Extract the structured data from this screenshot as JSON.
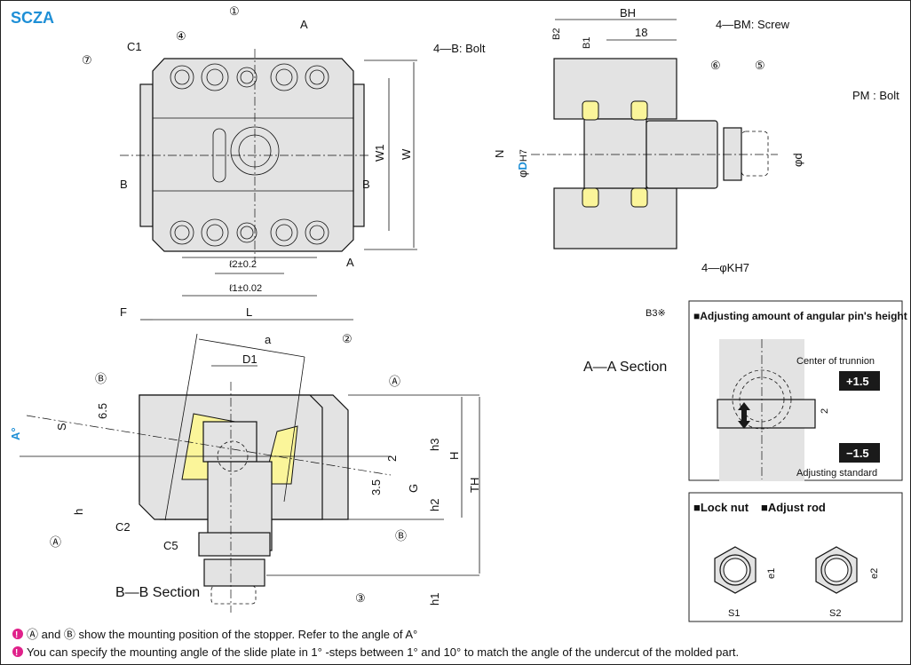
{
  "title": "SCZA",
  "colors": {
    "accent_blue": "#1e8fd6",
    "highlight_yellow": "#fbf59a",
    "part_gray": "#e3e3e3",
    "note_icon_magenta": "#e0218a"
  },
  "top_view": {
    "labels": {
      "c1": "C1",
      "part4": "④",
      "part1": "①",
      "part7": "⑦",
      "a_top": "A",
      "a_bottom": "A",
      "b_left": "B",
      "b_right": "B",
      "w1": "W1",
      "w": "W",
      "l2": "ℓ2±0.2",
      "l1": "ℓ1±0.02",
      "f": "F",
      "l": "L"
    }
  },
  "side_view": {
    "section_title": "A—A Section",
    "labels": {
      "bh": "BH",
      "dim18": "18",
      "b2": "B2",
      "b1": "B1",
      "bolt": "4—B: Bolt",
      "screw": "4—BM: Screw",
      "part6": "⑥",
      "part5": "⑤",
      "pm_bolt": "PM : Bolt",
      "n": "N",
      "phi_d_h7_prefix": "φ",
      "phi_d_h7_d": "D",
      "phi_d_h7_suffix": "H7",
      "phi_d": "φd",
      "k": "4—φKH7",
      "b3": "B3※"
    }
  },
  "section_view": {
    "section_title": "B—B Section",
    "labels": {
      "a": "a",
      "d1": "D1",
      "part2": "②",
      "b_top": "Ⓑ",
      "a_right": "Ⓐ",
      "dim6_5": "6.5",
      "s": "S",
      "angle": "A°",
      "h": "h",
      "h3": "h3",
      "h_big": "H",
      "dim2": "2",
      "dim3_5": "3.5",
      "g": "G",
      "h2": "h2",
      "th": "TH",
      "a_left": "Ⓐ",
      "c2": "C2",
      "c5": "C5",
      "b_right": "Ⓑ",
      "part3": "③",
      "h1": "h1"
    }
  },
  "adjust_panel": {
    "title": "■Adjusting amount of angular pin's height",
    "center_label": "Center of trunnion",
    "standard_label": "Adjusting standard",
    "plus": "+1.5",
    "minus": "−1.5",
    "dim": "2"
  },
  "nut_panel": {
    "title_1": "■Lock nut",
    "title_2": "■Adjust rod",
    "e1": "e1",
    "s1": "S1",
    "e2": "e2",
    "s2": "S2"
  },
  "notes": [
    "Ⓐ and Ⓑ show the mounting position of the stopper. Refer to the angle of A°",
    "You can specify the mounting angle of the slide plate in 1° -steps between 1° and 10° to match the angle of the undercut of the molded part."
  ]
}
